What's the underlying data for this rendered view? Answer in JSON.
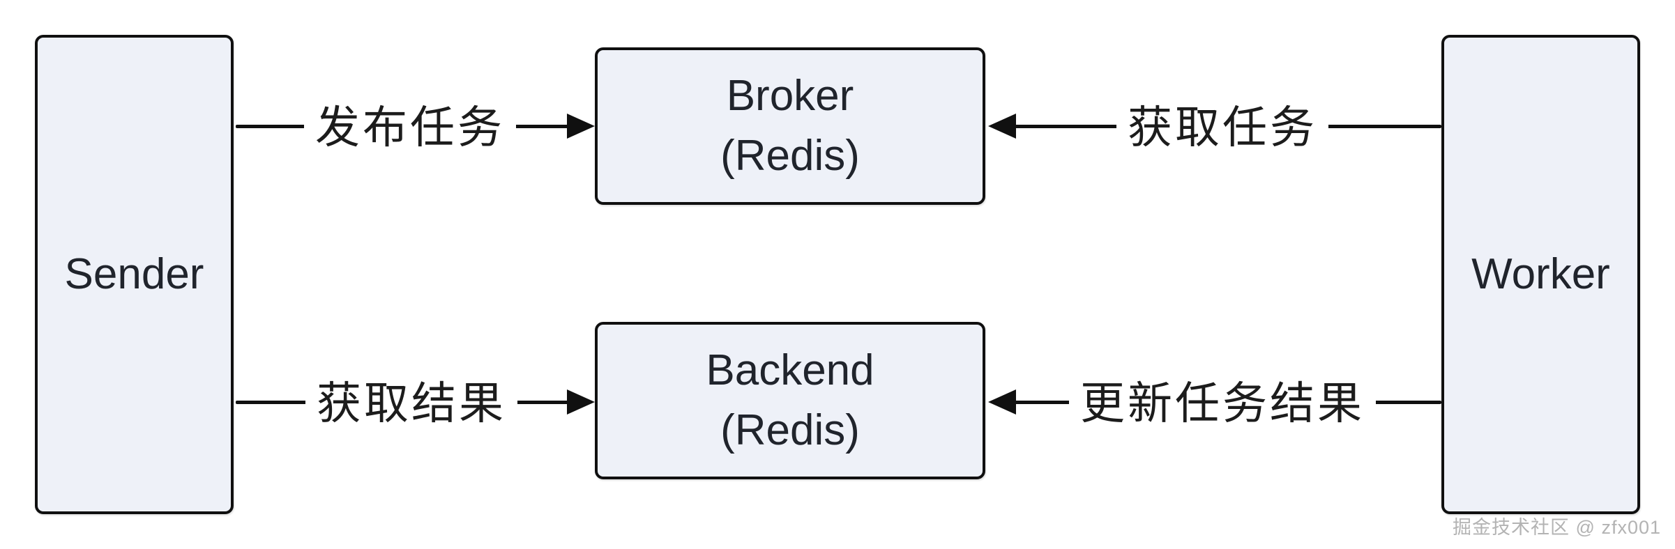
{
  "diagram": {
    "nodes": {
      "sender": {
        "label": "Sender"
      },
      "worker": {
        "label": "Worker"
      },
      "broker": {
        "line1": "Broker",
        "line2": "(Redis)"
      },
      "backend": {
        "line1": "Backend",
        "line2": "(Redis)"
      }
    },
    "edges": {
      "publish_task": {
        "label": "发布任务",
        "from": "Sender",
        "to": "Broker (Redis)"
      },
      "fetch_task": {
        "label": "获取任务",
        "from": "Worker",
        "to": "Broker (Redis)"
      },
      "get_result": {
        "label": "获取结果",
        "from": "Sender",
        "to": "Backend (Redis)"
      },
      "update_result": {
        "label": "更新任务结果",
        "from": "Worker",
        "to": "Backend (Redis)"
      }
    },
    "watermark": "掘金技术社区 @ zfx001",
    "colors": {
      "node_fill": "#eef1f8",
      "node_border": "#101010",
      "text": "#20242c",
      "arrow": "#101010",
      "label_text": "#1c1c1c",
      "watermark": "#b3b3b3",
      "bg": "#ffffff"
    }
  }
}
